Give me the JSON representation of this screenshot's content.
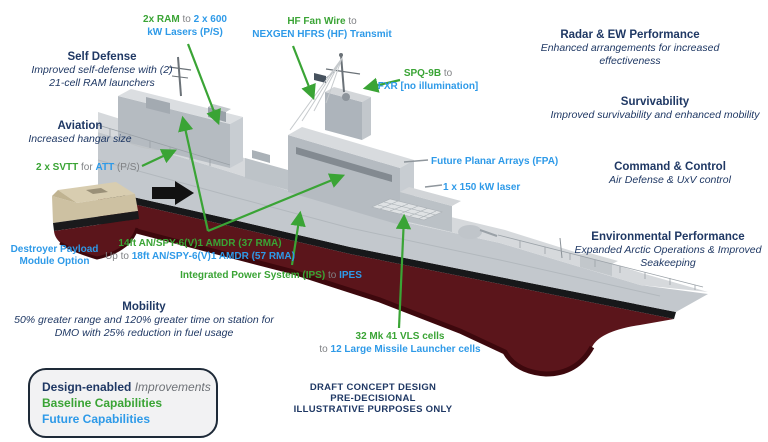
{
  "colors": {
    "green": "#3aa435",
    "blue": "#2e9ae8",
    "navy": "#1f3864",
    "gray": "#7f8184",
    "hull_red": "#5b151b"
  },
  "callouts": {
    "ram_laser": {
      "from": "2x RAM",
      "conj": " to ",
      "to_a": "2 x 600",
      "to_b": "kW Lasers (P/S)"
    },
    "hf_fan": {
      "from": "HF Fan Wire",
      "conj": " to",
      "to": "NEXGEN HFRS (HF) Transmit"
    },
    "spq": {
      "from": "SPQ-9B",
      "conj": " to",
      "to": "FXR [no illumination]"
    },
    "svtt": {
      "from": "2 x SVTT",
      "conj": " for ",
      "to": "ATT",
      "suffix": " (P/S)"
    },
    "amdr": {
      "baseline": "14ft AN/SPY-6(V)1 AMDR (37 RMA)",
      "conj": "Up to ",
      "future": "18ft AN/SPY-6(V)1 AMDR (57 RMA)"
    },
    "ips": {
      "from": "Integrated Power System (IPS)",
      "conj": " to ",
      "to": "IPES"
    },
    "vls": {
      "from": "32 Mk 41 VLS cells",
      "conj": "to ",
      "to": "12 Large Missile Launcher cells"
    },
    "fpa": {
      "to": "Future Planar Arrays (FPA)"
    },
    "laser": {
      "to": "1 x 150 kW laser"
    },
    "payload_module": {
      "line1": "Destroyer Payload",
      "line2": "Module Option"
    }
  },
  "features": {
    "self_defense": {
      "title": "Self Defense",
      "body": "Improved self-defense with (2) 21-cell RAM launchers"
    },
    "aviation": {
      "title": "Aviation",
      "body": "Increased hangar size"
    },
    "mobility": {
      "title": "Mobility",
      "body": "50% greater range and 120% greater time on station for DMO with 25% reduction in fuel usage"
    },
    "radar_ew": {
      "title": "Radar & EW Performance",
      "body": "Enhanced arrangements for increased effectiveness"
    },
    "survivability": {
      "title": "Survivability",
      "body": "Improved survivability and enhanced mobility"
    },
    "command_control": {
      "title": "Command & Control",
      "body": "Air Defense & UxV control"
    },
    "environmental": {
      "title": "Environmental Performance",
      "body": "Expanded Arctic Operations & Improved Seakeeping"
    }
  },
  "legend": {
    "design": "Design-enabled",
    "design_note": " Improvements",
    "baseline": "Baseline Capabilities",
    "future": "Future Capabilities"
  },
  "disclaimer": {
    "line1": "DRAFT CONCEPT DESIGN",
    "line2": "PRE-DECISIONAL",
    "line3": "ILLUSTRATIVE PURPOSES ONLY"
  }
}
